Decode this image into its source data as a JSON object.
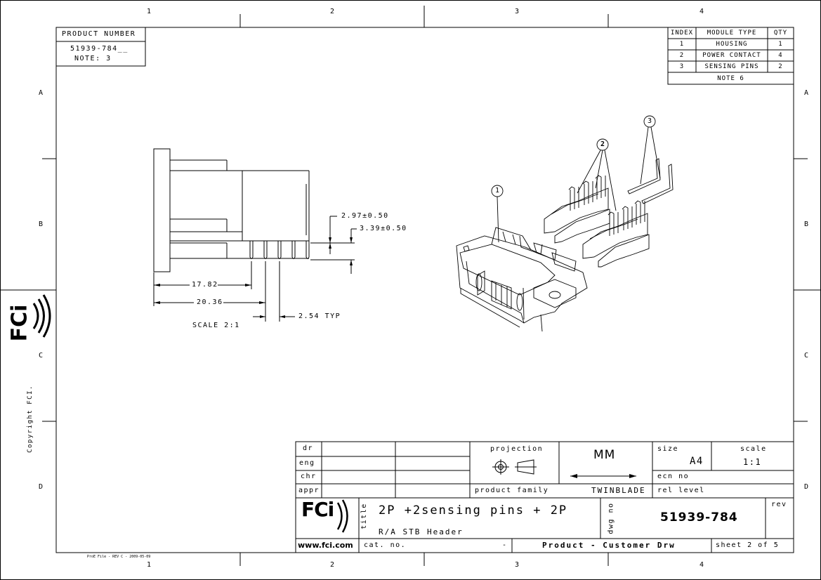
{
  "grid": {
    "columns": [
      "1",
      "2",
      "3",
      "4"
    ],
    "rows": [
      "A",
      "B",
      "C",
      "D"
    ]
  },
  "product_number": {
    "label": "PRODUCT NUMBER",
    "value": "51939-784__",
    "note": "NOTE: 3"
  },
  "module_table": {
    "headers": [
      "INDEX",
      "MODULE TYPE",
      "QTY"
    ],
    "rows": [
      [
        "1",
        "HOUSING",
        "1"
      ],
      [
        "2",
        "POWER CONTACT",
        "4"
      ],
      [
        "3",
        "SENSING PINS",
        "2"
      ]
    ],
    "note": "NOTE 6"
  },
  "dimensions": {
    "d1": "2.97±0.50",
    "d2": "3.39±0.50",
    "d3": "17.82",
    "d4": "20.36",
    "d5": "2.54 TYP",
    "scale_note": "SCALE 2:1"
  },
  "balloons": [
    "1",
    "2",
    "3"
  ],
  "side_logo": "FCi",
  "copyright": "Copyright FCI.",
  "footer_small": "ProE File - REV C - 2009-05-09",
  "title_block": {
    "rows_left": [
      "dr",
      "eng",
      "chr",
      "appr"
    ],
    "projection_label": "projection",
    "units": "MM",
    "size_label": "size",
    "size_value": "A4",
    "scale_label": "scale",
    "scale_value": "1:1",
    "ecn_label": "ecn no",
    "product_family_label": "product family",
    "product_family_value": "TWINBLADE",
    "rel_level_label": "rel level",
    "title_label": "title",
    "title_line1": "2P +2sensing pins + 2P",
    "title_line2": "R/A STB Header",
    "dwg_label": "dwg no",
    "dwg_value": "51939-784",
    "rev_label": "rev",
    "logo": "FCi",
    "website": "www.fci.com",
    "cat_label": "cat. no.",
    "cat_value": "-",
    "doc_type": "Product - Customer Drw",
    "sheet": "sheet 2 of 5"
  }
}
